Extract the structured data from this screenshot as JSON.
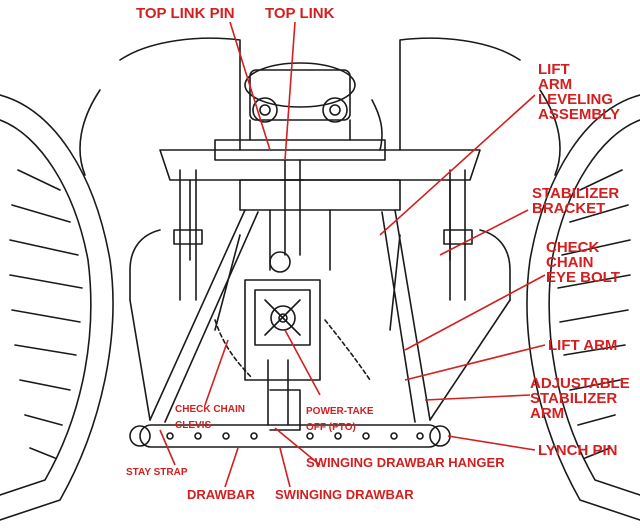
{
  "colors": {
    "label": "#d31f1f",
    "line": "#1a1a1a",
    "background": "#ffffff"
  },
  "labels": {
    "top_link_pin": "TOP LINK PIN",
    "top_link": "TOP LINK",
    "lift_arm_leveling": [
      "LIFT",
      "ARM",
      "LEVELING",
      "ASSEMBLY"
    ],
    "stabilizer_bracket": [
      "STABILIZER",
      "BRACKET"
    ],
    "check_chain_eye_bolt": [
      "CHECK",
      "CHAIN",
      "EYE BOLT"
    ],
    "lift_arm": "LIFT ARM",
    "adjustable_stabilizer_arm": [
      "ADJUSTABLE",
      "STABILIZER",
      "ARM"
    ],
    "lynch_pin": "LYNCH PIN",
    "check_chain_clevis": [
      "CHECK CHAIN",
      "CLEVIS"
    ],
    "power_take_off": [
      "POWER-TAKE",
      "OFF (PTO)"
    ],
    "swinging_drawbar_hanger": "SWINGING DRAWBAR HANGER",
    "stay_strap": "STAY STRAP",
    "drawbar": "DRAWBAR",
    "swinging_drawbar": "SWINGING DRAWBAR"
  }
}
